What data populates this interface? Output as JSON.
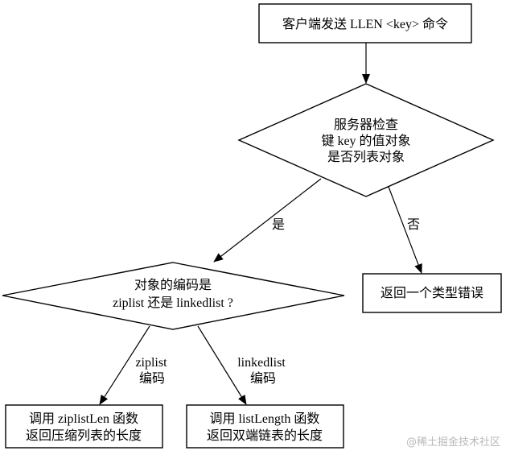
{
  "nodes": {
    "start": "客户端发送 LLEN <key> 命令",
    "check": [
      "服务器检查",
      "键 key 的值对象",
      "是否列表对象"
    ],
    "type_error": "返回一个类型错误",
    "encoding": [
      "对象的编码是",
      "ziplist 还是 linkedlist ?"
    ],
    "ziplist_len": [
      "调用 ziplistLen 函数",
      "返回压缩列表的长度"
    ],
    "list_length": [
      "调用 listLength 函数",
      "返回双端链表的长度"
    ]
  },
  "edges": {
    "yes": "是",
    "no": "否",
    "ziplist": [
      "ziplist",
      "编码"
    ],
    "linkedlist": [
      "linkedlist",
      "编码"
    ]
  },
  "watermark": "@稀土掘金技术社区"
}
